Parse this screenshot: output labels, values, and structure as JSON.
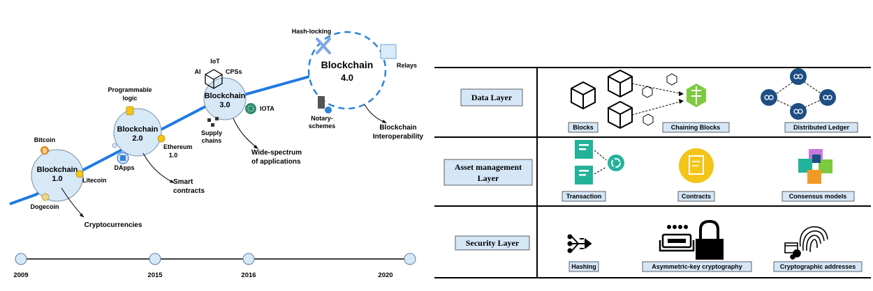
{
  "timeline": {
    "stages": [
      {
        "name": "Blockchain",
        "version": "1.0",
        "outcome": "Cryptocurrencies",
        "items": [
          "Bitcoin",
          "Litecoin",
          "Dogecoin"
        ]
      },
      {
        "name": "Blockchain",
        "version": "2.0",
        "outcome_lines": [
          "Smart",
          "contracts"
        ],
        "items": [
          "Ethereum",
          "1.0",
          "DApps"
        ],
        "top_label_lines": [
          "Programmable",
          "logic"
        ]
      },
      {
        "name": "Blockchain",
        "version": "3.0",
        "outcome_lines": [
          "Wide-spectrum",
          "of applications"
        ],
        "items": [
          "IoT",
          "AI",
          "CPSs",
          "IOTA"
        ],
        "supply_lines": [
          "Supply",
          "chains"
        ]
      },
      {
        "name": "Blockchain",
        "version": "4.0",
        "outcome_lines": [
          "Blockchain",
          "Interoperability"
        ],
        "items": [
          "Hash-locking",
          "Relays"
        ],
        "notary_lines": [
          "Notary-",
          "schemes"
        ]
      }
    ],
    "years": [
      "2009",
      "2015",
      "2016",
      "2020"
    ],
    "colors": {
      "curve": "#1f7ae0",
      "bubble": "#d7e8f7",
      "bubble_stroke": "#7a8fa3",
      "dashed": "#2a83d8"
    }
  },
  "layers": {
    "rows": [
      {
        "name": "Data  Layer",
        "tags": [
          "Blocks",
          "Chaining Blocks",
          "Distributed Ledger"
        ]
      },
      {
        "name_lines": [
          "Asset management",
          "Layer"
        ],
        "tags": [
          "Transaction",
          "Contracts",
          "Consensus models"
        ]
      },
      {
        "name": "Security Layer",
        "tags": [
          "Hashing",
          "Asymmetric-key cryptography",
          "Cryptographic addresses"
        ]
      }
    ],
    "colors": {
      "tag_fill": "#d5e6f7",
      "green": "#7dc940",
      "teal": "#23b39a",
      "navy": "#1d4e84",
      "yellow": "#f3c518"
    }
  }
}
